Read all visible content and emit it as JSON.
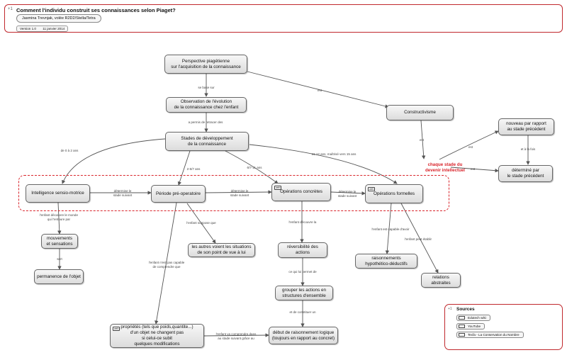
{
  "header": {
    "pin": "+1",
    "title": "Comment l'individu construit ses connaissances selon Piaget?",
    "author": "Jasmina Trevnjak, volée R2D2/Stella/Tetra",
    "version": "Version 1.0",
    "date": "11 janvier 2014"
  },
  "nodes": {
    "perspective": "Perspective piagétienne\nsur l'acquisition de la connaissance",
    "observation": "Observation de l'évolution\nde la connaissance chez l'enfant",
    "constructivisme": "Constructivisme",
    "stades": "Stades de développement\nde la connaissance",
    "nouveau": "nouveau par rapport\nau stade précédent",
    "determine": "déterminé par\nle stade précédent",
    "sensori": "Intelligence sensio-motrice",
    "preop": "Période pré-operatoire",
    "concretes": "Opérations concrètes",
    "formelles": "Opérations formelles",
    "mouvements": "mouvements\net sensations",
    "permanence": "permanence de l'objet",
    "autres": "les autres voient les situations\nde son point de vue à lui",
    "reversibilite": "réversibilité des actions",
    "raisonnements": "raisonnements\nhypothético-déductifs",
    "relations": "relations abstraites",
    "grouper": "grouper les actions en\nstructures d'ensemble",
    "proprietes": "propriétés (tels que poids,quantite...)\nd'un objet ne changent pas\nsi celui-ce subit\nquelques modifications",
    "debut": "début de raisonnement logique\n(toujours en rapport au concret)"
  },
  "badges": {
    "concretes": "web",
    "formelles": "web",
    "proprietes": "web"
  },
  "red_label": "chaque stade du\ndevenir intellectuel",
  "link_labels": {
    "se_base_sur": "se base sur",
    "est1": "est",
    "a_permis": "a permis de retracer des",
    "est2": "est",
    "age_0_2": "de 0 à 2 ans",
    "age_2_7": "2-5/7 ans",
    "age_7_11": "6/7-11 ans",
    "age_11_12": "11-12 ans, maîtrisé vers 15 ans",
    "est3": "est",
    "et_a_la_fois": "et à la fois",
    "est4": "est",
    "determine1": "détermine le\nstade suivant",
    "determine2": "détermine le\nstade suivant",
    "determine3": "détermine le\nstade suivant",
    "decouvre_monde": "l'enfant découvre le monde\nqui l'entoure par",
    "sert": "sert",
    "suppose": "l'enfant suppose que",
    "decouvre_la": "l'enfant découvre la",
    "capable_avoir": "l'enfant est capable d'avoir",
    "peut_etablir": "l'enfant peut établir",
    "nest_pas": "l'enfant n'est pas capable\nde comprendre que",
    "permet_de": "ce qui lui permet de",
    "constitue": "et de constituer un",
    "ne_comprendre": "l'enfant va comprendre dans\nau stade suivant grâce au"
  },
  "sources": {
    "pin": "+1",
    "title": "Sources",
    "items": [
      "Edutech wiki",
      "YouTube",
      "Tecfa - La Conservation du Nombre"
    ]
  },
  "colors": {
    "accent": "#d9242b",
    "node_border": "#666666",
    "link": "#555555"
  }
}
